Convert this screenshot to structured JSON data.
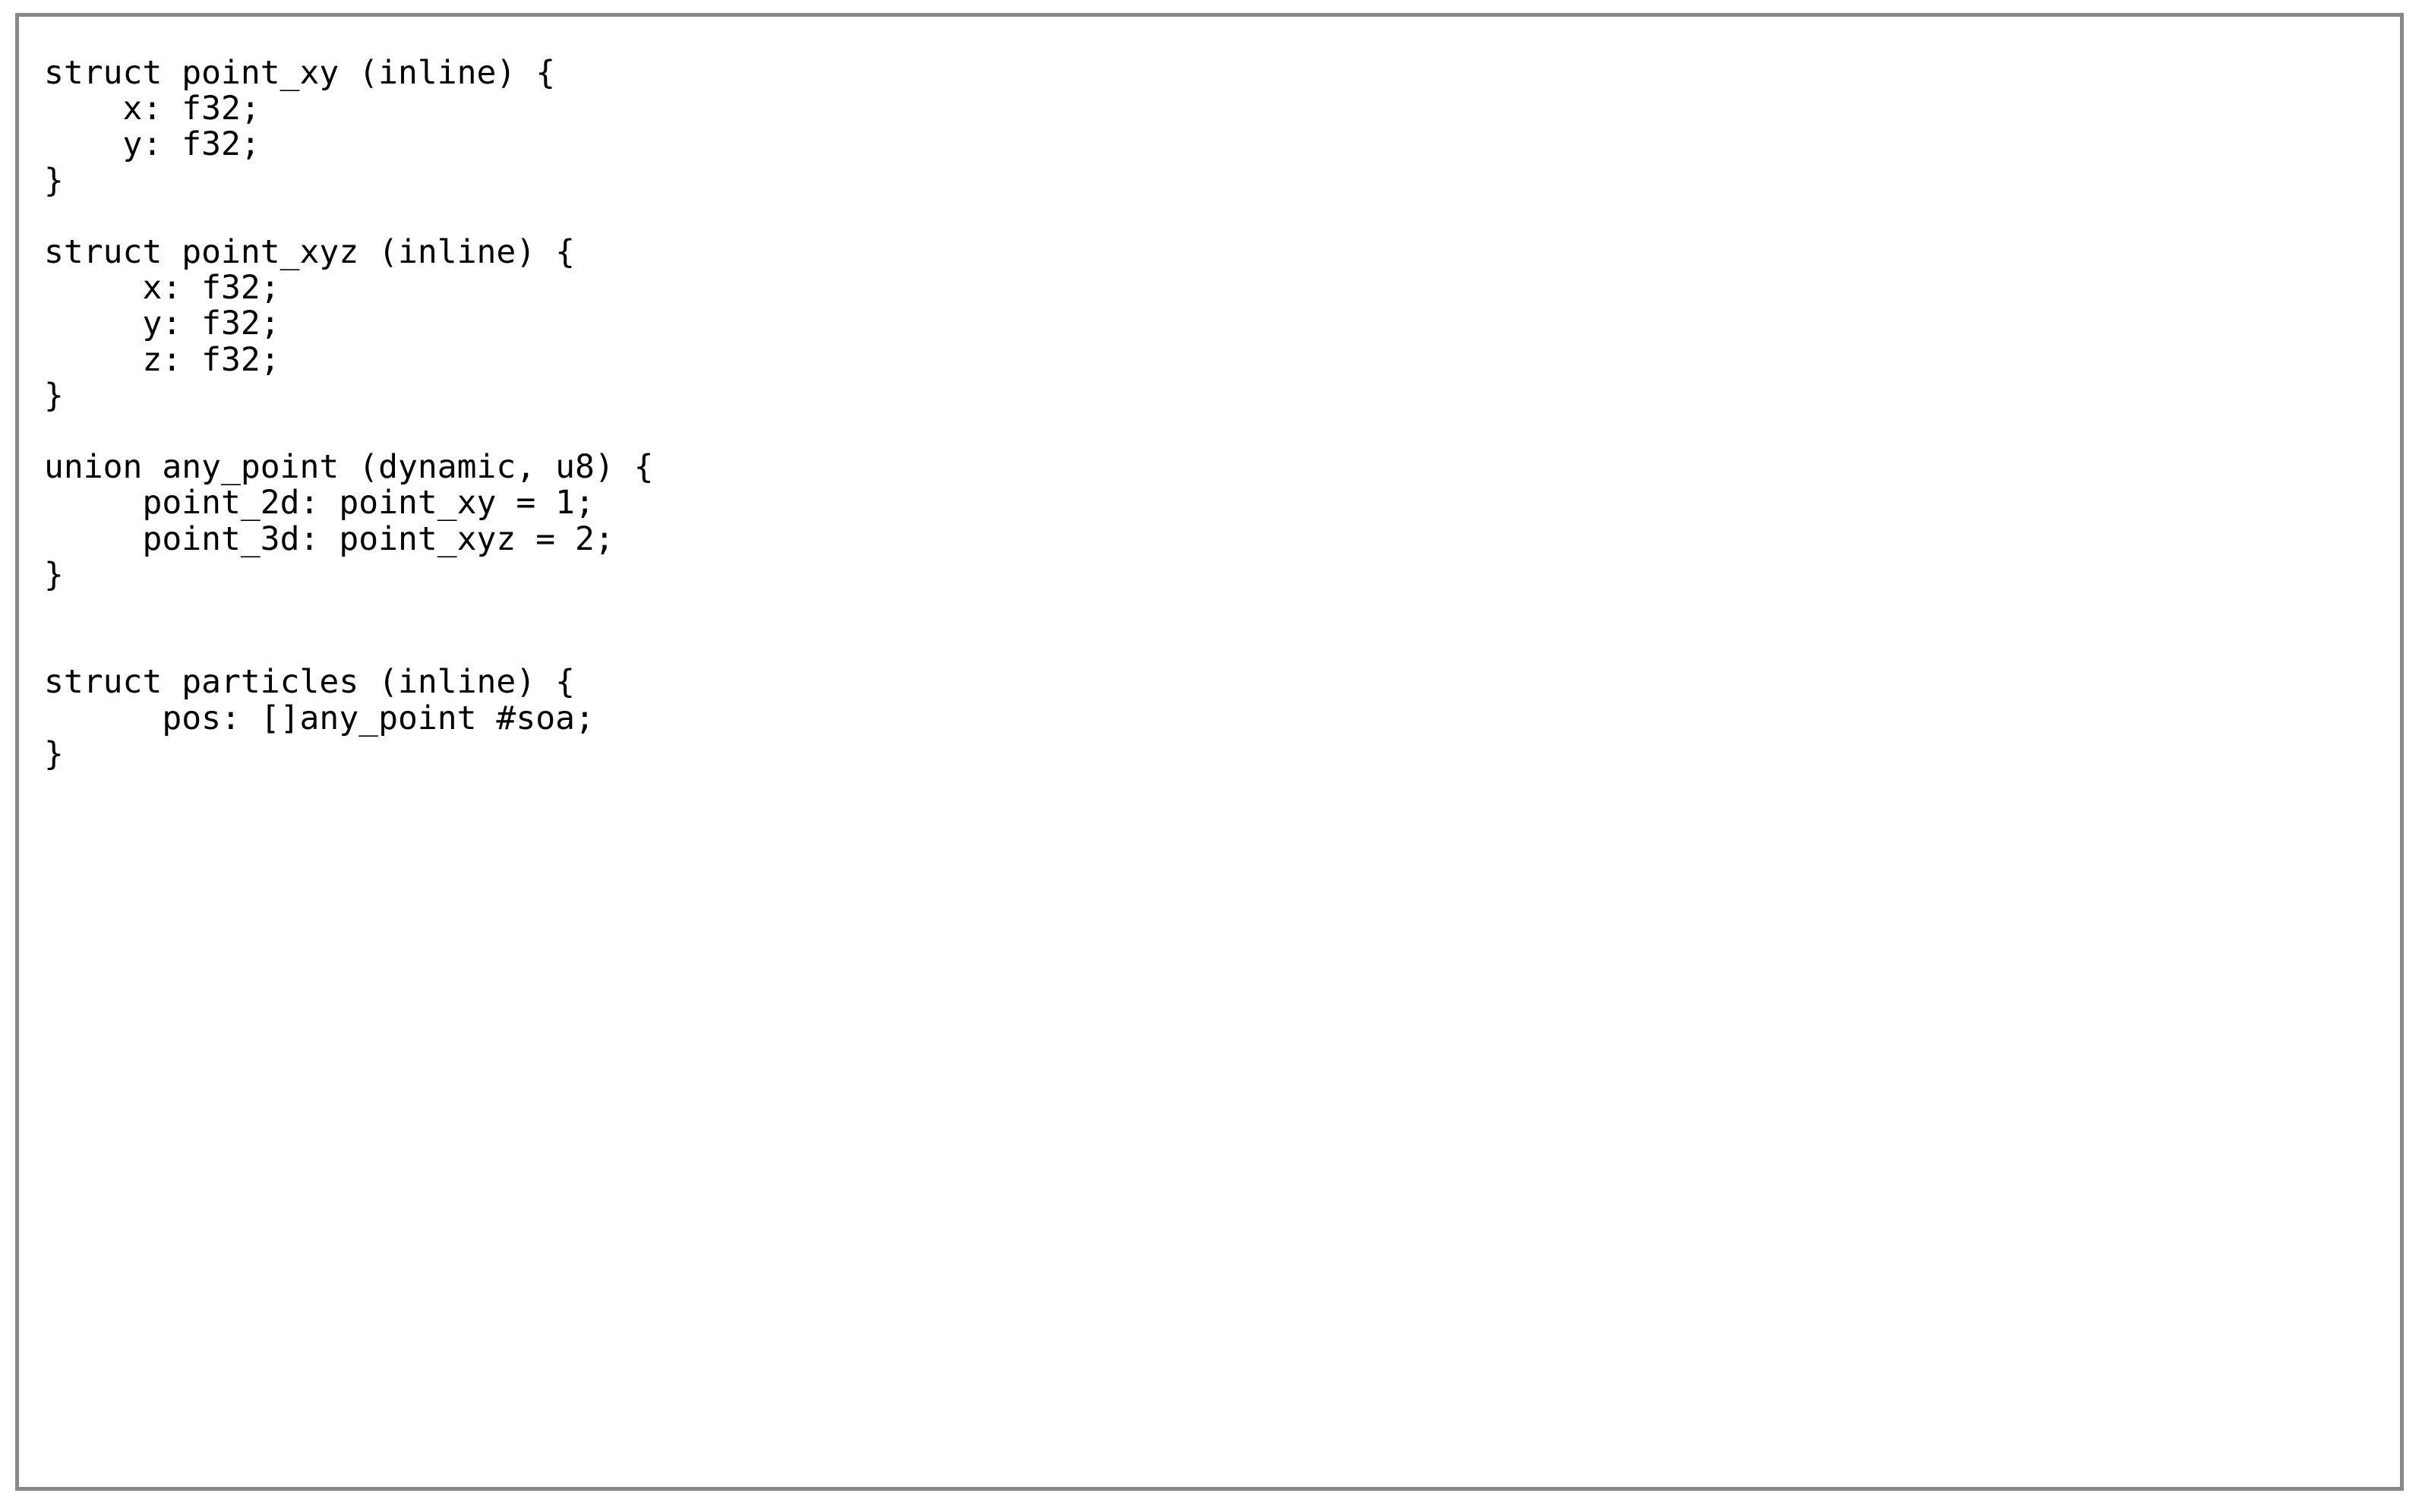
{
  "panel": {
    "border_color": "#888888",
    "background_color": "#ffffff",
    "text_color": "#000000"
  },
  "code": {
    "language": "jai-like struct definition",
    "lines": [
      "struct point_xy (inline) {",
      "    x: f32;",
      "    y: f32;",
      "}",
      "",
      "struct point_xyz (inline) {",
      "     x: f32;",
      "     y: f32;",
      "     z: f32;",
      "}",
      "",
      "union any_point (dynamic, u8) {",
      "     point_2d: point_xy = 1;",
      "     point_3d: point_xyz = 2;",
      "}",
      "",
      "",
      "struct particles (inline) {",
      "      pos: []any_point #soa;",
      "}"
    ]
  }
}
